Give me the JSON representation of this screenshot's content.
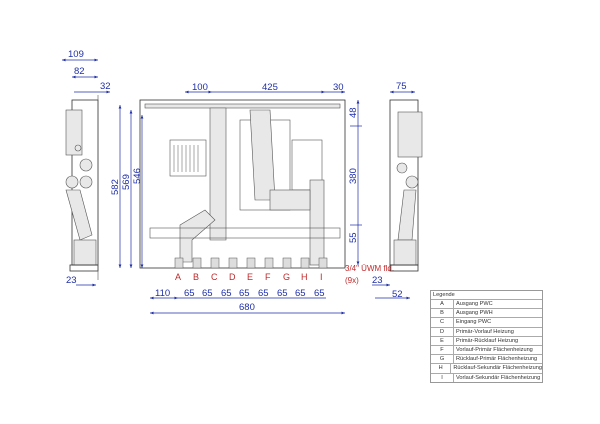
{
  "left_view": {
    "dims": {
      "d109": "109",
      "d82": "82",
      "d32": "32",
      "d582": "582",
      "d569": "569",
      "d546": "546",
      "d23": "23"
    }
  },
  "front_view": {
    "dims": {
      "d100": "100",
      "d425": "425",
      "d30": "30",
      "d48": "48",
      "d380": "380",
      "d55": "55",
      "d110": "110",
      "d65": [
        "65",
        "65",
        "65",
        "65",
        "65",
        "65",
        "65",
        "65"
      ],
      "d680": "680"
    },
    "connections": [
      "A",
      "B",
      "C",
      "D",
      "E",
      "F",
      "G",
      "H",
      "I"
    ],
    "note1": "3/4\" ÜWM fld.",
    "note2": "(9x)"
  },
  "right_view": {
    "dims": {
      "d75": "75",
      "d23": "23",
      "d52": "52"
    }
  },
  "legend": {
    "title": "Legende",
    "rows": [
      {
        "key": "A",
        "label": "Ausgang PWC"
      },
      {
        "key": "B",
        "label": "Ausgang PWH"
      },
      {
        "key": "C",
        "label": "Eingang PWC"
      },
      {
        "key": "D",
        "label": "Primär-Vorlauf Heizung"
      },
      {
        "key": "E",
        "label": "Primär-Rücklauf Heizung"
      },
      {
        "key": "F",
        "label": "Vorlauf-Primär Flächenheizung"
      },
      {
        "key": "G",
        "label": "Rücklauf-Primär Flächenheizung"
      },
      {
        "key": "H",
        "label": "Rücklauf-Sekundär Flächenheizung"
      },
      {
        "key": "I",
        "label": "Vorlauf-Sekundär Flächenheizung"
      }
    ]
  }
}
